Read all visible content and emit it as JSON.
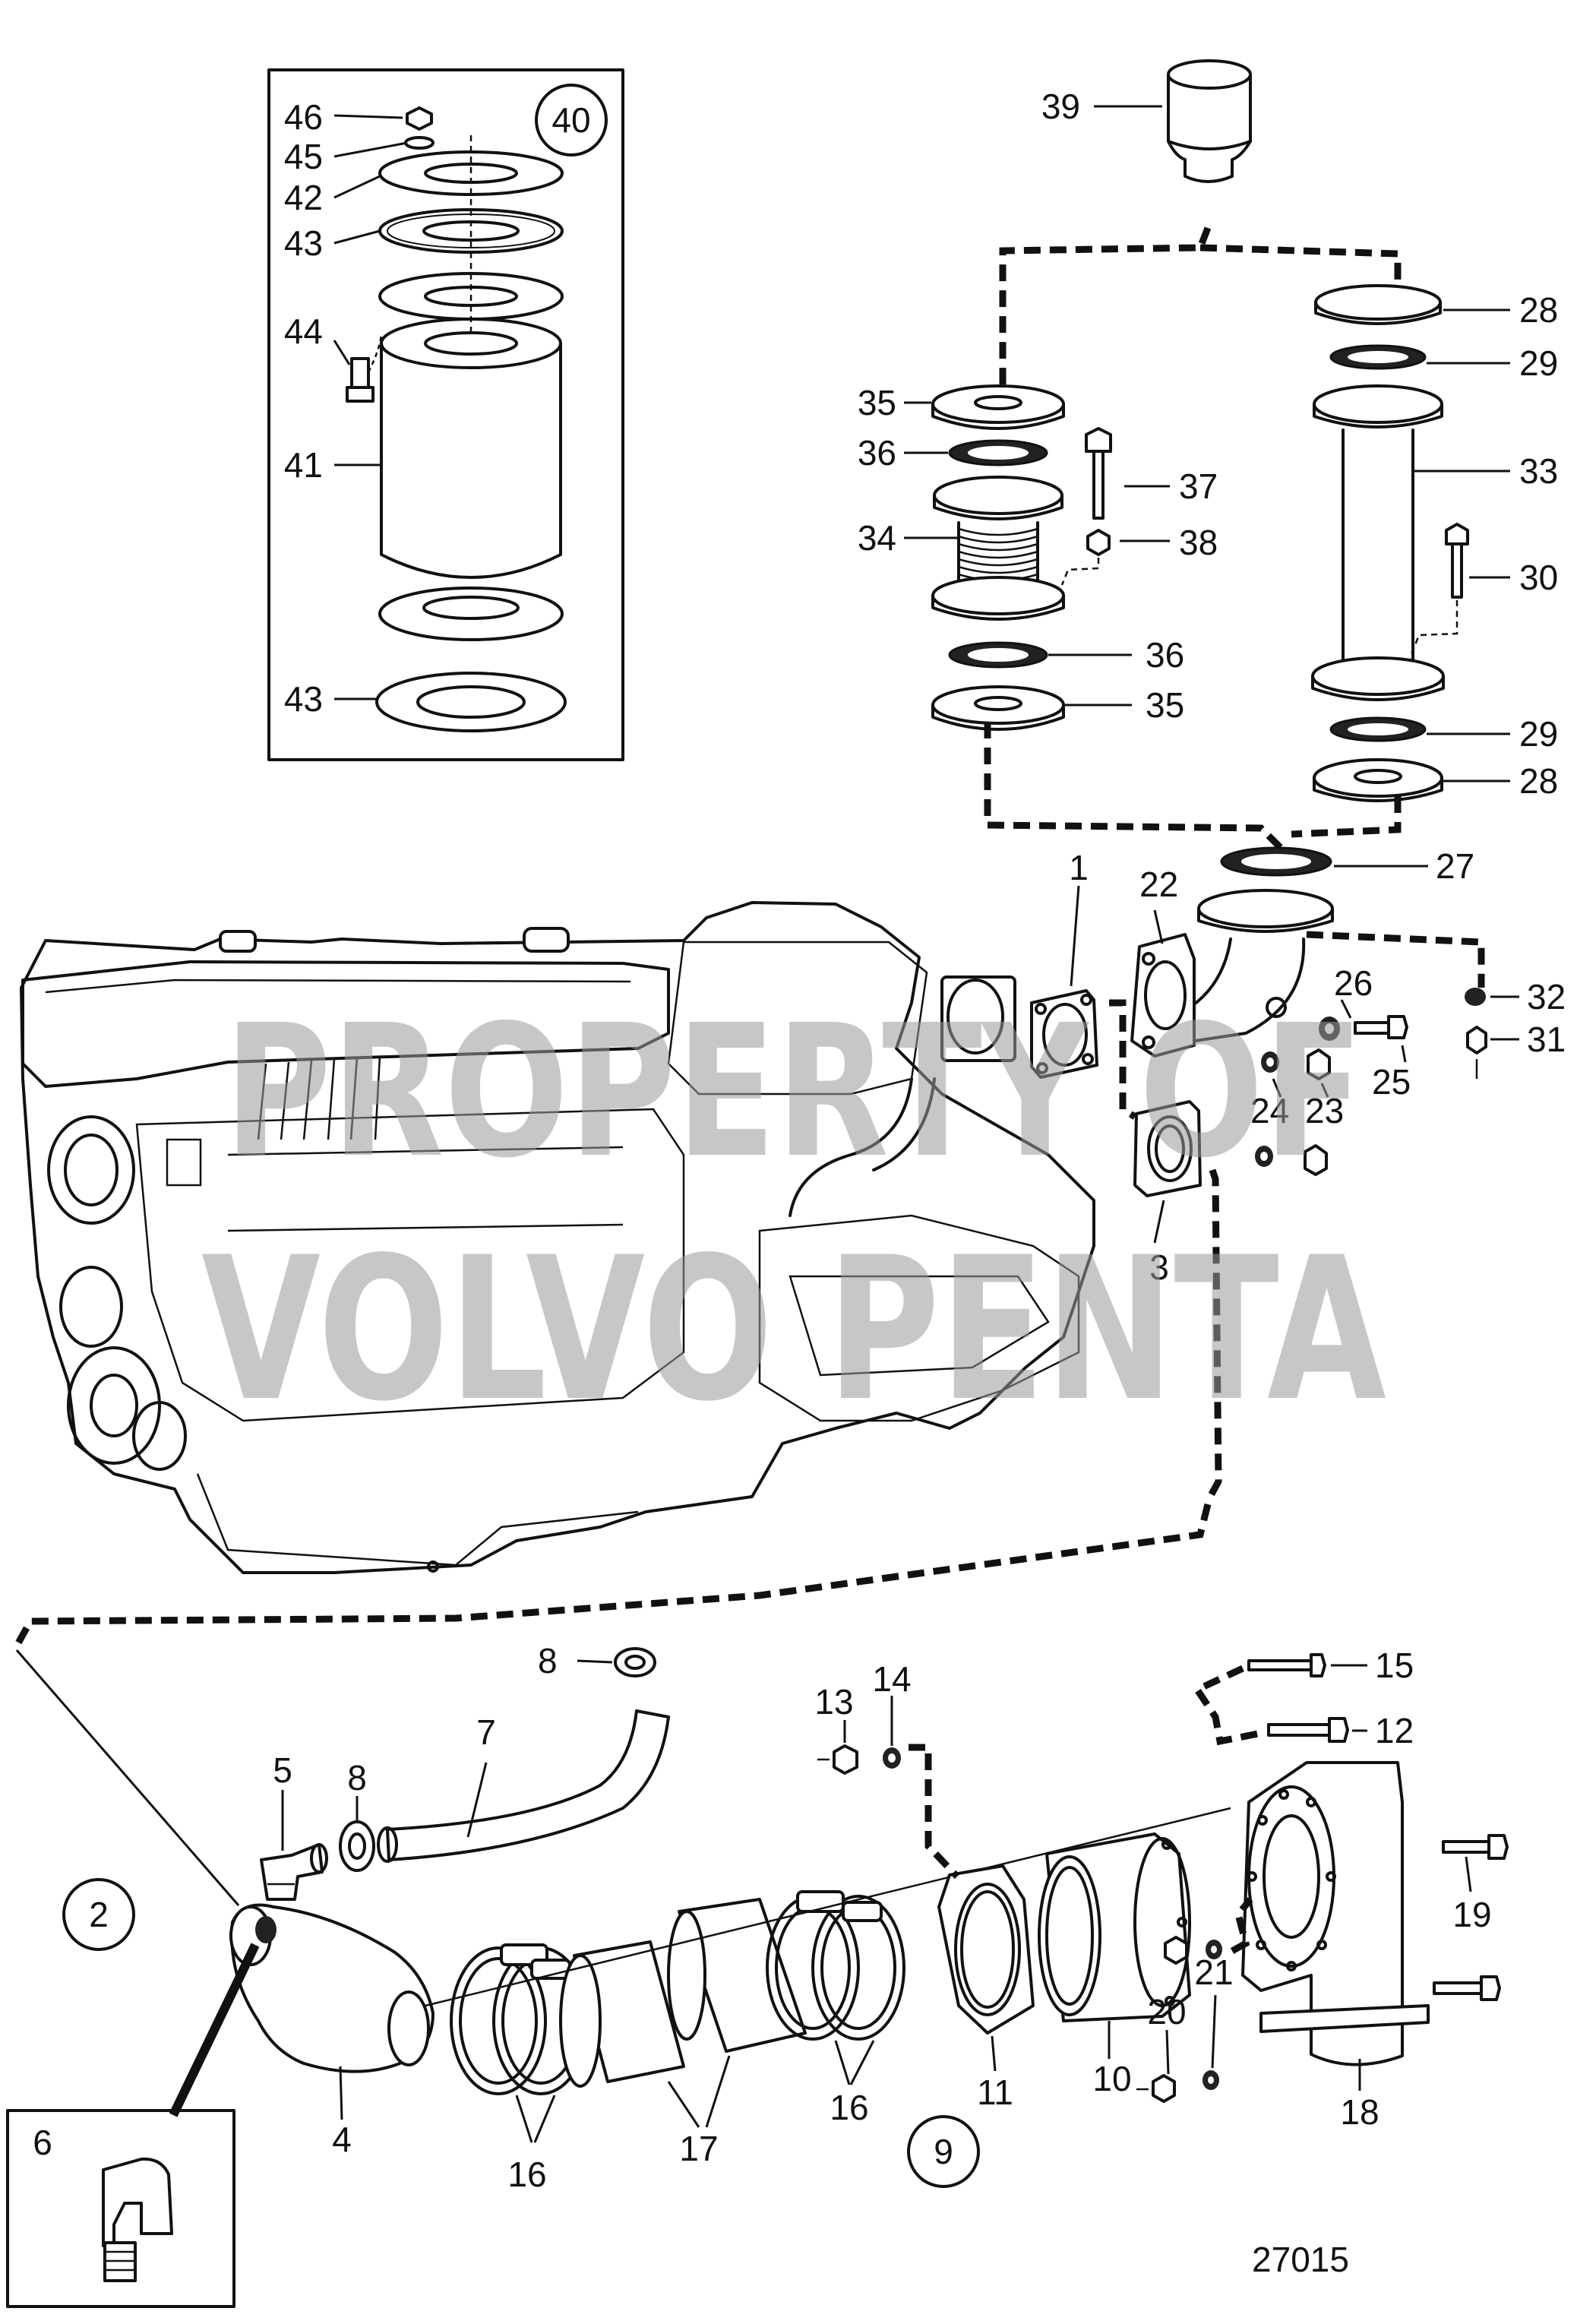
{
  "figure": {
    "number": "27015",
    "watermark_line1": "PROPERTY OF",
    "watermark_line2": "VOLVO PENTA"
  },
  "callouts": {
    "c1": "1",
    "c2": "2",
    "c3": "3",
    "c4": "4",
    "c5": "5",
    "c6": "6",
    "c7": "7",
    "c8a": "8",
    "c8b": "8",
    "c9": "9",
    "c10": "10",
    "c11": "11",
    "c12": "12",
    "c13": "13",
    "c14": "14",
    "c15": "15",
    "c16a": "16",
    "c16b": "16",
    "c17": "17",
    "c18": "18",
    "c19": "19",
    "c20": "20",
    "c21": "21",
    "c22": "22",
    "c23": "23",
    "c24": "24",
    "c25": "25",
    "c26": "26",
    "c27": "27",
    "c28a": "28",
    "c28b": "28",
    "c29a": "29",
    "c29b": "29",
    "c30": "30",
    "c31": "31",
    "c32": "32",
    "c33": "33",
    "c34": "34",
    "c35a": "35",
    "c35b": "35",
    "c36a": "36",
    "c36b": "36",
    "c37": "37",
    "c38": "38",
    "c39": "39",
    "c40": "40",
    "c41": "41",
    "c42": "42",
    "c43a": "43",
    "c43b": "43",
    "c44": "44",
    "c45": "45",
    "c46": "46"
  }
}
